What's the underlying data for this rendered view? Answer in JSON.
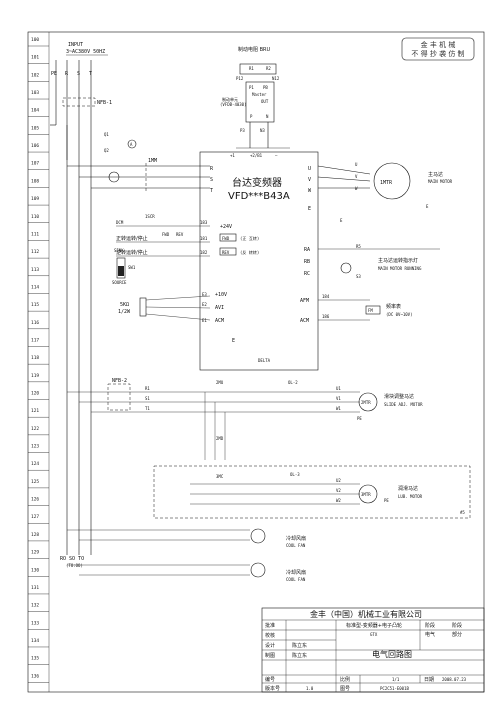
{
  "row_numbers": [
    "100",
    "101",
    "102",
    "103",
    "104",
    "105",
    "106",
    "107",
    "108",
    "109",
    "110",
    "111",
    "112",
    "113",
    "114",
    "115",
    "116",
    "117",
    "118",
    "119",
    "120",
    "121",
    "122",
    "123",
    "124",
    "125",
    "126",
    "127",
    "128",
    "129",
    "130",
    "131",
    "132",
    "133",
    "134",
    "135",
    "136"
  ],
  "stamp": {
    "line1": "金 丰 机 械",
    "line2": "不 得 抄 袭 仿 制"
  },
  "input": {
    "title": "INPUT",
    "spec": "3~AC380V 50HZ",
    "phases": [
      "PE",
      "R",
      "S",
      "T"
    ],
    "breaker1": "NFB-1"
  },
  "brake": {
    "unit_title": "制动电阻 BRU",
    "r1": "R1",
    "r2": "R2",
    "p12": "P12",
    "n12": "N12",
    "unit2_title": "制动单元",
    "unit2_model": "(VFDB-4030)",
    "p1": "P1",
    "pb": "PB",
    "master": "Master",
    "out": "OUT",
    "p": "P",
    "n": "N",
    "p3": "P3",
    "n3": "N3"
  },
  "ammeter": {
    "q1": "Q1",
    "q2": "Q2",
    "a": "A"
  },
  "main_contactor": {
    "label": "1MM"
  },
  "vfd": {
    "title": "台达变频器",
    "model": "VFD***B43A",
    "dc_plus1": "+1",
    "dc_plus2": "+2/B1",
    "dc_minus": "—",
    "in_r": "R",
    "in_s": "S",
    "in_t": "T",
    "out_u": "U",
    "out_v": "V",
    "out_w": "W",
    "e": "E",
    "plus24": "+24V",
    "mi1": "MI1",
    "mi2": "MI2",
    "dcm": "DCM",
    "fwd": "FWD",
    "fwd_desc": "(正 互转)",
    "rev": "REV",
    "rev_desc": "(反 转转)",
    "ra": "RA",
    "rb": "RB",
    "rc": "RC",
    "plus10": "+10V",
    "avi": "AVI",
    "acm": "ACM",
    "afm": "AFM",
    "acm2": "ACM",
    "brand_small": "DELTA"
  },
  "control": {
    "dcm_label": "DCM",
    "scr": "1SCR",
    "forward": "正转运转/停止",
    "reverse": "逆转运转/停止",
    "fwd_small": "FWD",
    "rev_small": "REV",
    "sink": "SINK",
    "source": "SOURCE",
    "sw1": "SW1",
    "pot": "5KΩ",
    "pot_w": "1/2W",
    "e2": "E2",
    "e1": "E1",
    "e3": "E3",
    "w181": "181",
    "w182": "182",
    "w183": "183",
    "w184": "184",
    "w185": "185",
    "w186": "186"
  },
  "main_motor": {
    "label": "1MTR",
    "cn": "主马达",
    "en": "MAIN MOTOR",
    "u": "U",
    "v": "V",
    "w": "W",
    "e": "E"
  },
  "run_lamp": {
    "r5": "R5",
    "s3": "S3",
    "cn": "主马达运转指示灯",
    "en": "MAIN MOTOR RUNNING"
  },
  "freq_meter": {
    "fm": "FM",
    "cn": "频率表",
    "range": "(DC 0V~10V)"
  },
  "slide_motor": {
    "breaker": "NFB-2",
    "r1": "R1",
    "s1": "S1",
    "t1": "T1",
    "contactor": "2MU",
    "ol": "OL-2",
    "u1": "U1",
    "v1": "V1",
    "w1": "W1",
    "label": "2MTR",
    "cn": "滑块调整马达",
    "en": "SLIDE ADJ. MOTOR",
    "pe": "PE",
    "contactor2": "2MD"
  },
  "lube_motor": {
    "contactor": "3MC",
    "ol": "OL-3",
    "u2": "U2",
    "v2": "V2",
    "w2": "W2",
    "label": "3MTR",
    "cn": "润滑马达",
    "en": "LUB. MOTOR",
    "pe": "PE",
    "tag": "#5"
  },
  "fans": [
    {
      "cn": "冷却风扇",
      "en": "COOL FAN"
    },
    {
      "cn": "冷却风扇",
      "en": "COOL FAN"
    }
  ],
  "ro_so_to": {
    "label": "RO SO TO",
    "sub": "(TO:OO)"
  },
  "title_block": {
    "company": "金丰（中国）机械工业有限公司",
    "approve": "批准",
    "check": "校核",
    "design": "设计",
    "draw": "制图",
    "designer": "陈立东",
    "drawer": "陈立东",
    "description": "标准型-变频器+电子凸轮",
    "model_code": "GTX",
    "period": "阶段",
    "stage": "阶段",
    "elec": "电气",
    "part": "部分",
    "drawing_name": "电气回路图",
    "no": "编号",
    "version_label": "版本号",
    "version": "1.0",
    "scale_label": "比例",
    "scale": "1/1",
    "date_label": "日期",
    "date": "2008.07.23",
    "page_label": "图号",
    "page_code": "PC2C51-E001B"
  }
}
